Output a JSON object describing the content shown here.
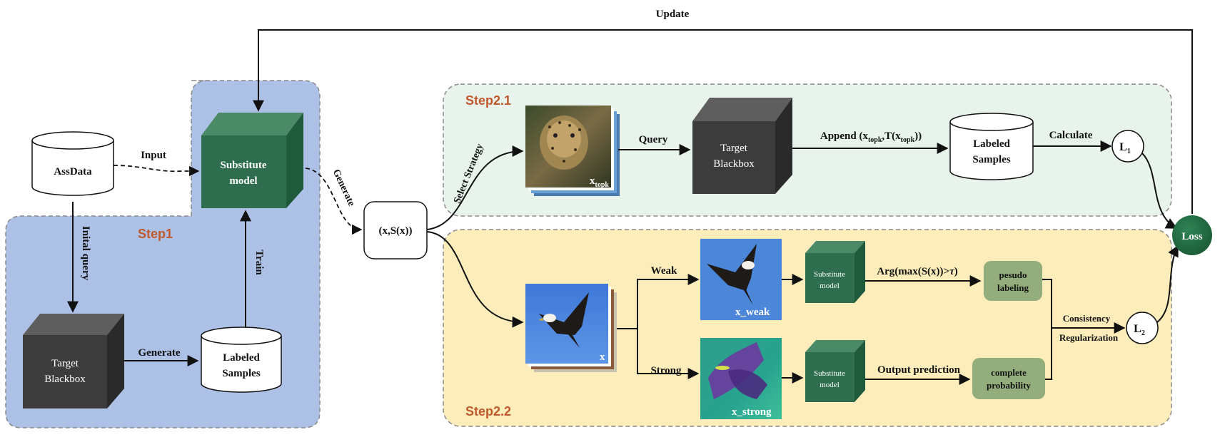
{
  "update_label": "Update",
  "step1": {
    "title": "Step1",
    "assdata": "AssData",
    "input": "Input",
    "initial_query": "Inital query",
    "target_blackbox": [
      "Target",
      "Blackbox"
    ],
    "generate": "Generate",
    "labeled_samples": [
      "Labeled",
      "Samples"
    ],
    "train": "Train",
    "substitute_model": [
      "Substitute",
      "model"
    ]
  },
  "middle": {
    "generate": "Generate",
    "pair": "(x,S(x))"
  },
  "step2_1": {
    "title": "Step2.1",
    "select_strategy": "Select Strategy",
    "image_caption": "x",
    "image_caption_sub": "topk",
    "query": "Query",
    "target_blackbox": [
      "Target",
      "Blackbox"
    ],
    "append_prefix": "Append (x",
    "append_sub1": "topk",
    "append_mid": ",T(x",
    "append_sub2": "topk",
    "append_suffix": "))",
    "labeled_samples": [
      "Labeled",
      "Samples"
    ],
    "calculate": "Calculate",
    "l1_main": "L",
    "l1_sub": "1"
  },
  "step2_2": {
    "title": "Step2.2",
    "image_caption": "x",
    "weak": "Weak",
    "strong": "Strong",
    "weak_caption": "x_weak",
    "strong_caption": "x_strong",
    "substitute_model": [
      "Substitute",
      "model"
    ],
    "arg_label": "Arg(max(S(x))>",
    "tau": "τ",
    "arg_close": ")",
    "pseudo_labeling": [
      "pesudo",
      "labeling"
    ],
    "output_prediction": "Output prediction",
    "complete_probability": [
      "complete",
      "probability"
    ],
    "consistency": "Consistency",
    "regularization": "Regularization",
    "l2_main": "L",
    "l2_sub": "2"
  },
  "loss": "Loss",
  "colors": {
    "step1_bg": "#adc0e6",
    "step21_bg": "#e8f3ec",
    "step22_bg": "#fdedba",
    "cube_green_front": "#2e6e4e",
    "cube_dark_front": "#3c3c3c",
    "pill_green": "#93ae7c",
    "loss_green": "#236b42",
    "step_title": "#c0592b"
  }
}
